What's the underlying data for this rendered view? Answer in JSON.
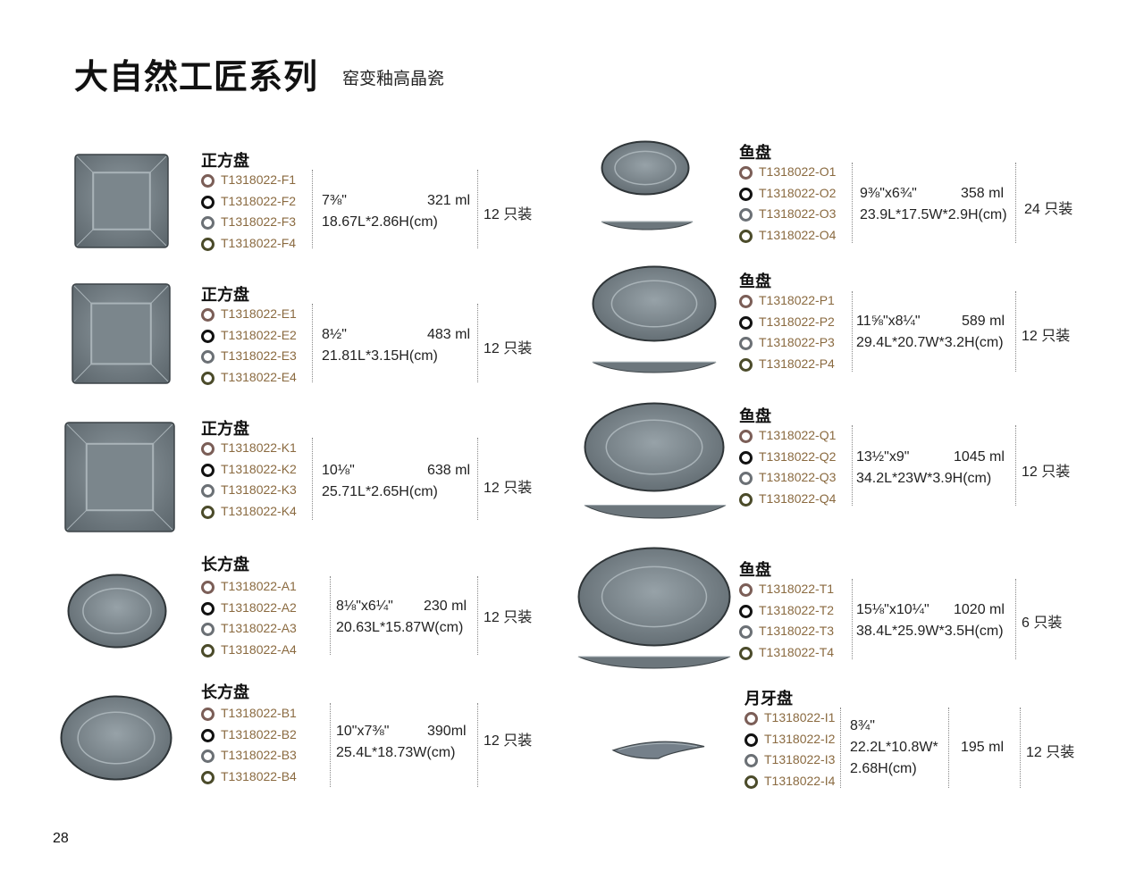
{
  "header": {
    "title": "大自然工匠系列",
    "subtitle": "窑变釉高晶瓷"
  },
  "page_number": "28",
  "colors": {
    "dot1": "#7b5e57",
    "dot2": "#111111",
    "dot3": "#6b7075",
    "dot4": "#4b4b2a",
    "code_text": "#8a6a40",
    "plate": "#6f7a80"
  },
  "products": [
    {
      "name": "正方盘",
      "codes": [
        "T1318022-F1",
        "T1318022-F2",
        "T1318022-F3",
        "T1318022-F4"
      ],
      "size": "7⅜\"",
      "volume": "321 ml",
      "dims": "18.67L*2.86H(cm)",
      "pack": "12 只装"
    },
    {
      "name": "正方盘",
      "codes": [
        "T1318022-E1",
        "T1318022-E2",
        "T1318022-E3",
        "T1318022-E4"
      ],
      "size": "8½\"",
      "volume": "483 ml",
      "dims": "21.81L*3.15H(cm)",
      "pack": "12 只装"
    },
    {
      "name": "正方盘",
      "codes": [
        "T1318022-K1",
        "T1318022-K2",
        "T1318022-K3",
        "T1318022-K4"
      ],
      "size": "10⅛\"",
      "volume": "638 ml",
      "dims": "25.71L*2.65H(cm)",
      "pack": "12 只装"
    },
    {
      "name": "长方盘",
      "codes": [
        "T1318022-A1",
        "T1318022-A2",
        "T1318022-A3",
        "T1318022-A4"
      ],
      "size": "8⅛\"x6¼\"",
      "volume": "230 ml",
      "dims": "20.63L*15.87W(cm)",
      "pack": "12 只装"
    },
    {
      "name": "长方盘",
      "codes": [
        "T1318022-B1",
        "T1318022-B2",
        "T1318022-B3",
        "T1318022-B4"
      ],
      "size": "10\"x7⅜\"",
      "volume": "390ml",
      "dims": "25.4L*18.73W(cm)",
      "pack": "12 只装"
    },
    {
      "name": "鱼盘",
      "codes": [
        "T1318022-O1",
        "T1318022-O2",
        "T1318022-O3",
        "T1318022-O4"
      ],
      "size": "9⅜\"x6¾\"",
      "volume": "358 ml",
      "dims": "23.9L*17.5W*2.9H(cm)",
      "pack": "24  只装"
    },
    {
      "name": "鱼盘",
      "codes": [
        "T1318022-P1",
        "T1318022-P2",
        "T1318022-P3",
        "T1318022-P4"
      ],
      "size": "11⅝\"x8¼\"",
      "volume": "589 ml",
      "dims": "29.4L*20.7W*3.2H(cm)",
      "pack": "12 只装"
    },
    {
      "name": "鱼盘",
      "codes": [
        "T1318022-Q1",
        "T1318022-Q2",
        "T1318022-Q3",
        "T1318022-Q4"
      ],
      "size": "13½\"x9\"",
      "volume": "1045 ml",
      "dims": "34.2L*23W*3.9H(cm)",
      "pack": "12 只装"
    },
    {
      "name": "鱼盘",
      "codes": [
        "T1318022-T1",
        "T1318022-T2",
        "T1318022-T3",
        "T1318022-T4"
      ],
      "size": "15⅛\"x10¼\"",
      "volume": "1020 ml",
      "dims": "38.4L*25.9W*3.5H(cm)",
      "pack": "6 只装"
    },
    {
      "name": "月牙盘",
      "codes": [
        "T1318022-I1",
        "T1318022-I2",
        "T1318022-I3",
        "T1318022-I4"
      ],
      "size": "8¾\"",
      "volume": "195 ml",
      "dims": "22.2L*10.8W*",
      "dims2": "2.68H(cm)",
      "pack": "12 只装"
    }
  ]
}
